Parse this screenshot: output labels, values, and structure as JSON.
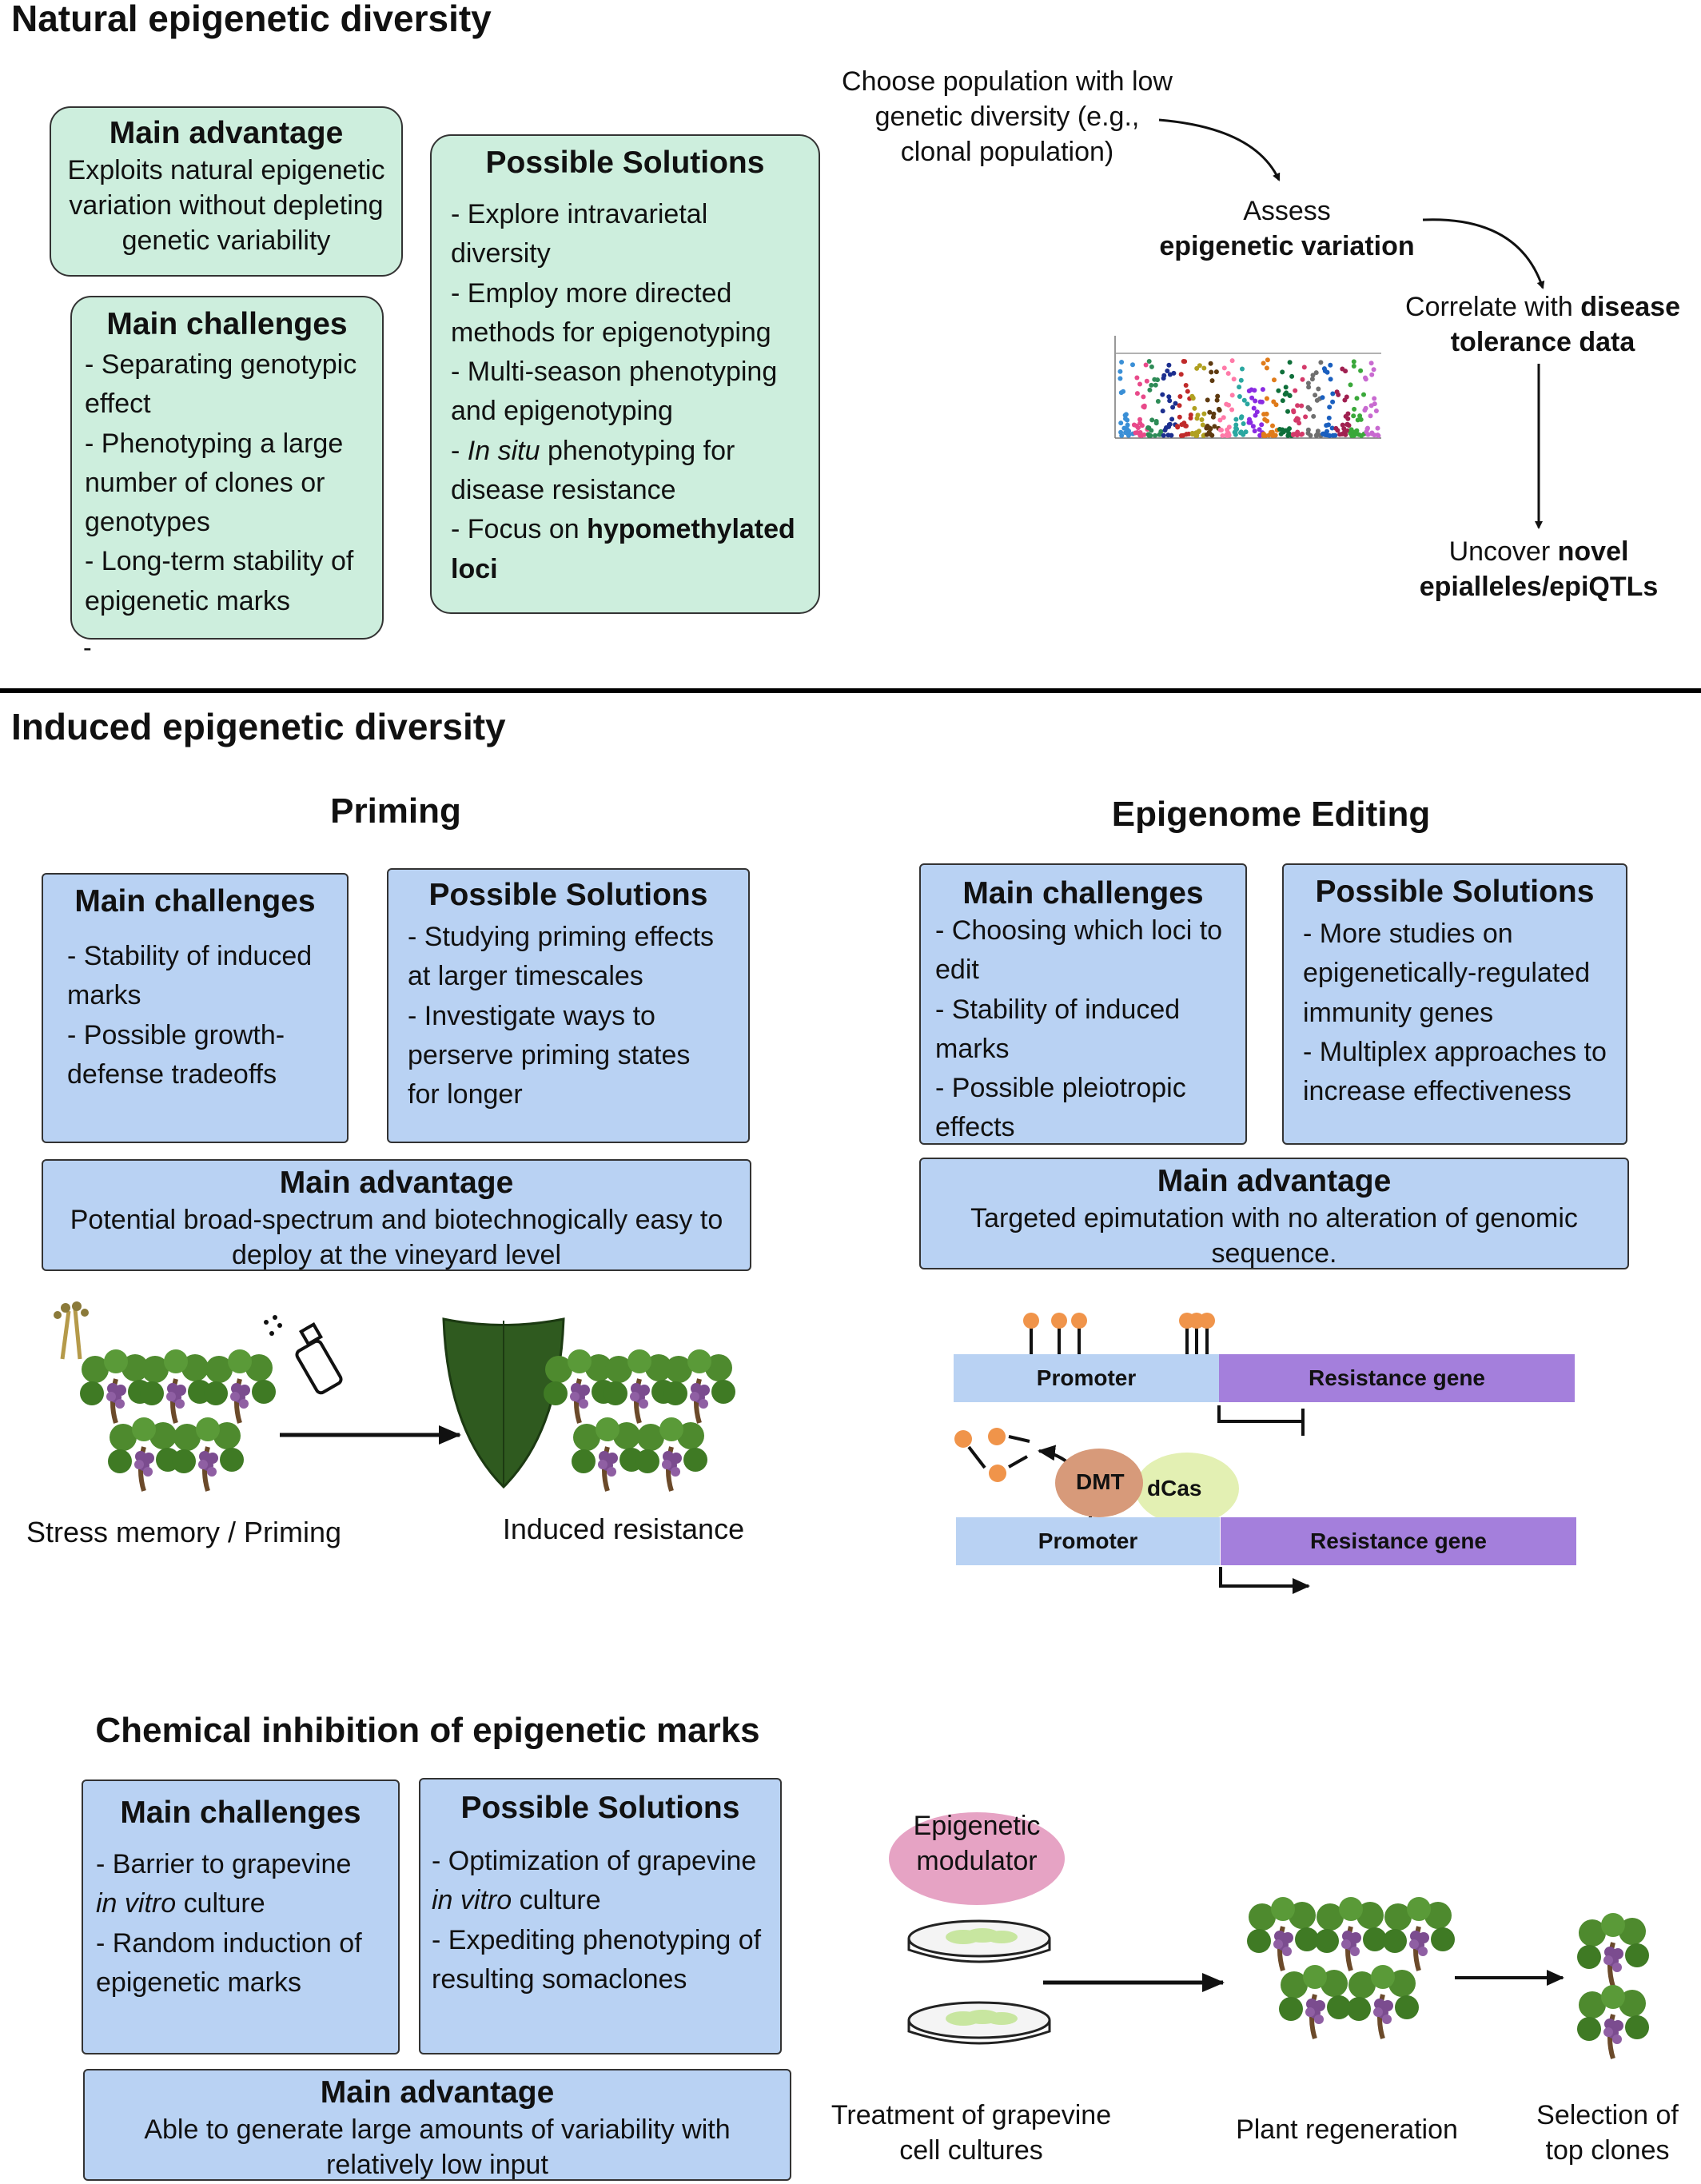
{
  "natural": {
    "title": "Natural epigenetic diversity",
    "advantage": {
      "heading": "Main advantage",
      "text": "Exploits natural epigenetic variation without depleting genetic variability"
    },
    "challenges": {
      "heading": "Main challenges",
      "items": [
        "Separating genotypic effect",
        "Phenotyping a large number of clones or genotypes",
        "Long-term stability of epigenetic marks"
      ],
      "trailing_dash": "-"
    },
    "solutions": {
      "heading": "Possible Solutions",
      "items": [
        "Explore intravarietal diversity",
        "Employ more directed methods for epigenotyping",
        "Multi-season phenotyping and epigenotyping"
      ],
      "item4_italic": "In situ",
      "item4_rest": " phenotyping for disease resistance",
      "item5_prefix": "Focus on ",
      "item5_bold": "hypomethylated loci"
    },
    "flow": {
      "step1": "Choose population with low genetic diversity (e.g., clonal population)",
      "step2_plain": "Assess",
      "step2_bold": "epigenetic variation",
      "step3_plain": "Correlate with ",
      "step3_bold1": "disease",
      "step3_bold2": "tolerance data",
      "step4_plain": "Uncover ",
      "step4_bold1": "novel",
      "step4_bold2": "epialleles/epiQTLs"
    },
    "manhattan_colors": [
      "#3a8fd6",
      "#e84a8a",
      "#2e8b57",
      "#1c2f8f",
      "#c02a2a",
      "#b0a020",
      "#5e3a10",
      "#ff7aa8",
      "#2aa7a0",
      "#8a2be2",
      "#e07b1a",
      "#0f6f3a",
      "#d43a6a",
      "#6f6f6f",
      "#1a5fbf",
      "#a02050",
      "#3aa83a",
      "#c86ad0"
    ]
  },
  "induced": {
    "title": "Induced epigenetic diversity",
    "priming": {
      "title": "Priming",
      "challenges": {
        "heading": "Main challenges",
        "items": [
          "Stability of induced marks",
          "Possible growth-defense tradeoffs"
        ]
      },
      "solutions": {
        "heading": "Possible Solutions",
        "items": [
          "Studying priming effects at larger timescales",
          "Investigate ways to perserve priming states for longer"
        ]
      },
      "advantage": {
        "heading": "Main advantage",
        "text": "Potential broad-spectrum and biotechnogically easy to deploy at the vineyard level"
      },
      "label_left": "Stress memory / Priming",
      "label_right": "Induced resistance"
    },
    "editing": {
      "title": "Epigenome Editing",
      "challenges": {
        "heading": "Main challenges",
        "items": [
          "Choosing which loci to edit",
          "Stability of induced marks",
          "Possible pleiotropic effects"
        ]
      },
      "solutions": {
        "heading": "Possible Solutions",
        "items": [
          "More studies on epigenetically-regulated immunity genes",
          "Multiplex approaches to increase effectiveness"
        ]
      },
      "advantage": {
        "heading": "Main advantage",
        "text": "Targeted epimutation with no alteration of genomic sequence."
      },
      "promoter": "Promoter",
      "resistance_gene": "Resistance gene",
      "dmt": "DMT",
      "dcas": "dCas"
    }
  },
  "chemical": {
    "title": "Chemical inhibition of epigenetic marks",
    "challenges": {
      "heading": "Main challenges",
      "item1_plain": "Barrier to grapevine",
      "item1_italic": "in vitro",
      "item1_rest": " culture",
      "item2": "Random induction of epigenetic marks"
    },
    "solutions": {
      "heading": "Possible Solutions",
      "item1_plain": "Optimization of grapevine",
      "item1_italic": "in vitro",
      "item1_rest": " culture",
      "item2": "Expediting phenotyping of resulting somaclones"
    },
    "advantage": {
      "heading": "Main advantage",
      "text": "Able to generate large amounts of variability with relatively low input"
    },
    "modulator": "Epigenetic modulator",
    "label_treatment": "Treatment of grapevine cell cultures",
    "label_regeneration": "Plant regeneration",
    "label_selection": "Selection of top clones"
  },
  "colors": {
    "green_box": "#cdeedd",
    "blue_box": "#b9d2f3",
    "promoter": "#b9d2f3",
    "resistance": "#a47fdc",
    "dmt": "#d79a7a",
    "dcas": "#e3f0b3",
    "methyl": "#f0944a",
    "modulator": "#e6a3c4",
    "leaf": "#4e8a2e",
    "grape": "#7b4c8f",
    "shield": "#2f5a1f"
  }
}
